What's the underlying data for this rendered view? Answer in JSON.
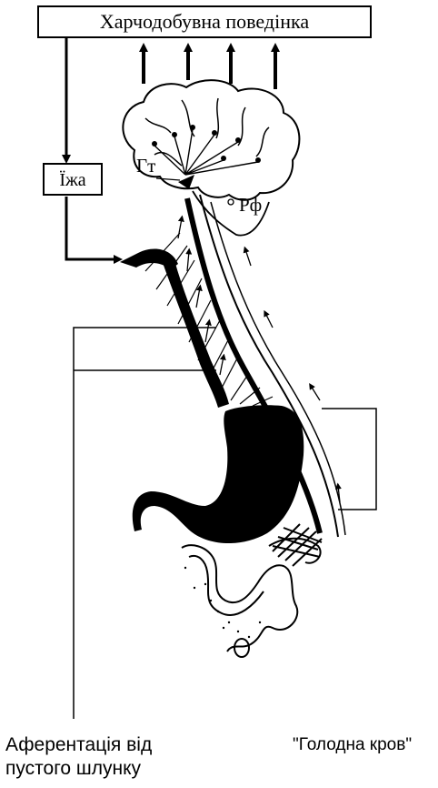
{
  "diagram": {
    "top_box_label": "Харчодобувна поведінка",
    "food_box_label": "Їжа",
    "brain_labels": {
      "hypothalamus": "Гт",
      "reticular_formation": "Рф"
    }
  },
  "captions": {
    "left_line1": "Аферентація від",
    "left_line2": "пустого шлунку",
    "right": "\"Голодна кров\""
  },
  "colors": {
    "ink": "#000000",
    "background": "#ffffff"
  }
}
